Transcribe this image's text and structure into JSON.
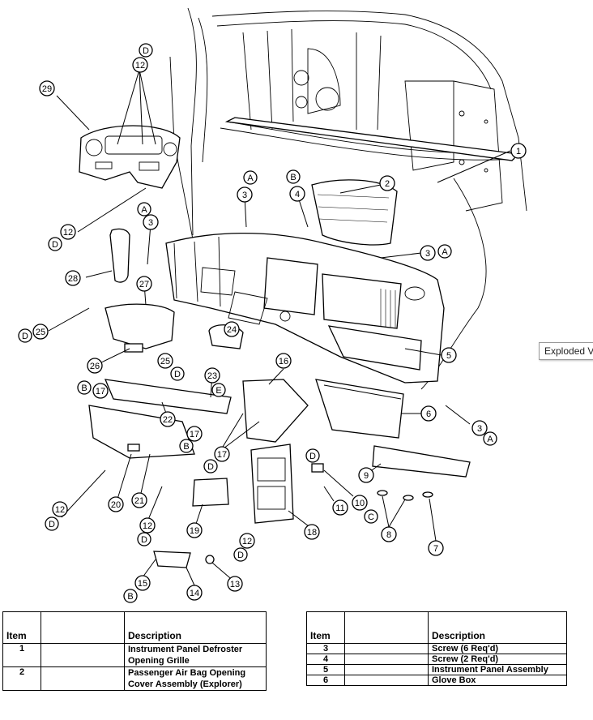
{
  "tooltip": "Exploded View",
  "callouts": {
    "n1": "1",
    "n2": "2",
    "n3": "3",
    "n4": "4",
    "n5": "5",
    "n6": "6",
    "n7": "7",
    "n8": "8",
    "n9": "9",
    "n10": "10",
    "n11": "11",
    "n12": "12",
    "n13": "13",
    "n14": "14",
    "n15": "15",
    "n16": "16",
    "n17": "17",
    "n18": "18",
    "n19": "19",
    "n20": "20",
    "n21": "21",
    "n22": "22",
    "n23": "23",
    "n24": "24",
    "n25": "25",
    "n26": "26",
    "n27": "27",
    "n28": "28",
    "n29": "29",
    "A": "A",
    "B": "B",
    "C": "C",
    "D": "D",
    "E": "E"
  },
  "legend_left": {
    "header_item": "Item",
    "header_description": "Description",
    "rows": [
      {
        "item": "1",
        "line1": "Instrument Panel Defroster",
        "line2": "Opening Grille"
      },
      {
        "item": "2",
        "line1": "Passenger Air Bag Opening",
        "line2": "Cover Assembly (Explorer)"
      }
    ]
  },
  "legend_right": {
    "header_item": "Item",
    "header_description": "Description",
    "rows": [
      {
        "item": "3",
        "line1": "Screw (6 Req'd)"
      },
      {
        "item": "4",
        "line1": "Screw (2 Req'd)"
      },
      {
        "item": "5",
        "line1": "Instrument Panel Assembly"
      },
      {
        "item": "6",
        "line1": "Glove Box"
      }
    ]
  }
}
